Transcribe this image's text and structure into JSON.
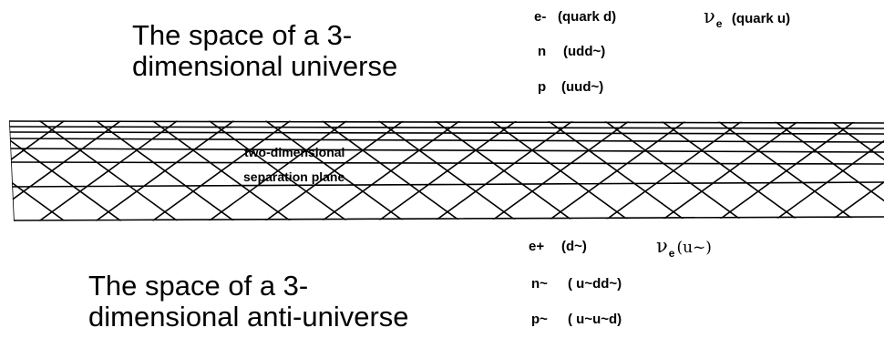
{
  "universe": {
    "title_line1": "The space of a 3-",
    "title_line2": "dimensional universe",
    "particles": [
      {
        "symbol": "e-",
        "quark": "(quark d)"
      },
      {
        "symbol": "n",
        "quark": "(udd~)"
      },
      {
        "symbol": "p",
        "quark": "(uud~)"
      }
    ],
    "neutrino": {
      "symbol": "ν",
      "subscript": "e",
      "quark": "(quark u)"
    }
  },
  "separation_plane": {
    "label_line1": "two-dimensional",
    "label_line2": "separation plane"
  },
  "anti_universe": {
    "title_line1": "The space of a 3-",
    "title_line2": "dimensional anti-universe",
    "particles": [
      {
        "symbol": "e+",
        "quark": "(d~)"
      },
      {
        "symbol": "n~",
        "quark": "( u~dd~)"
      },
      {
        "symbol": "p~",
        "quark": "( u~u~d)"
      }
    ],
    "neutrino": {
      "symbol": "ν",
      "subscript": "e",
      "quark": "(u~)"
    }
  },
  "colors": {
    "line": "#000000",
    "text": "#000000",
    "background": "#ffffff"
  }
}
